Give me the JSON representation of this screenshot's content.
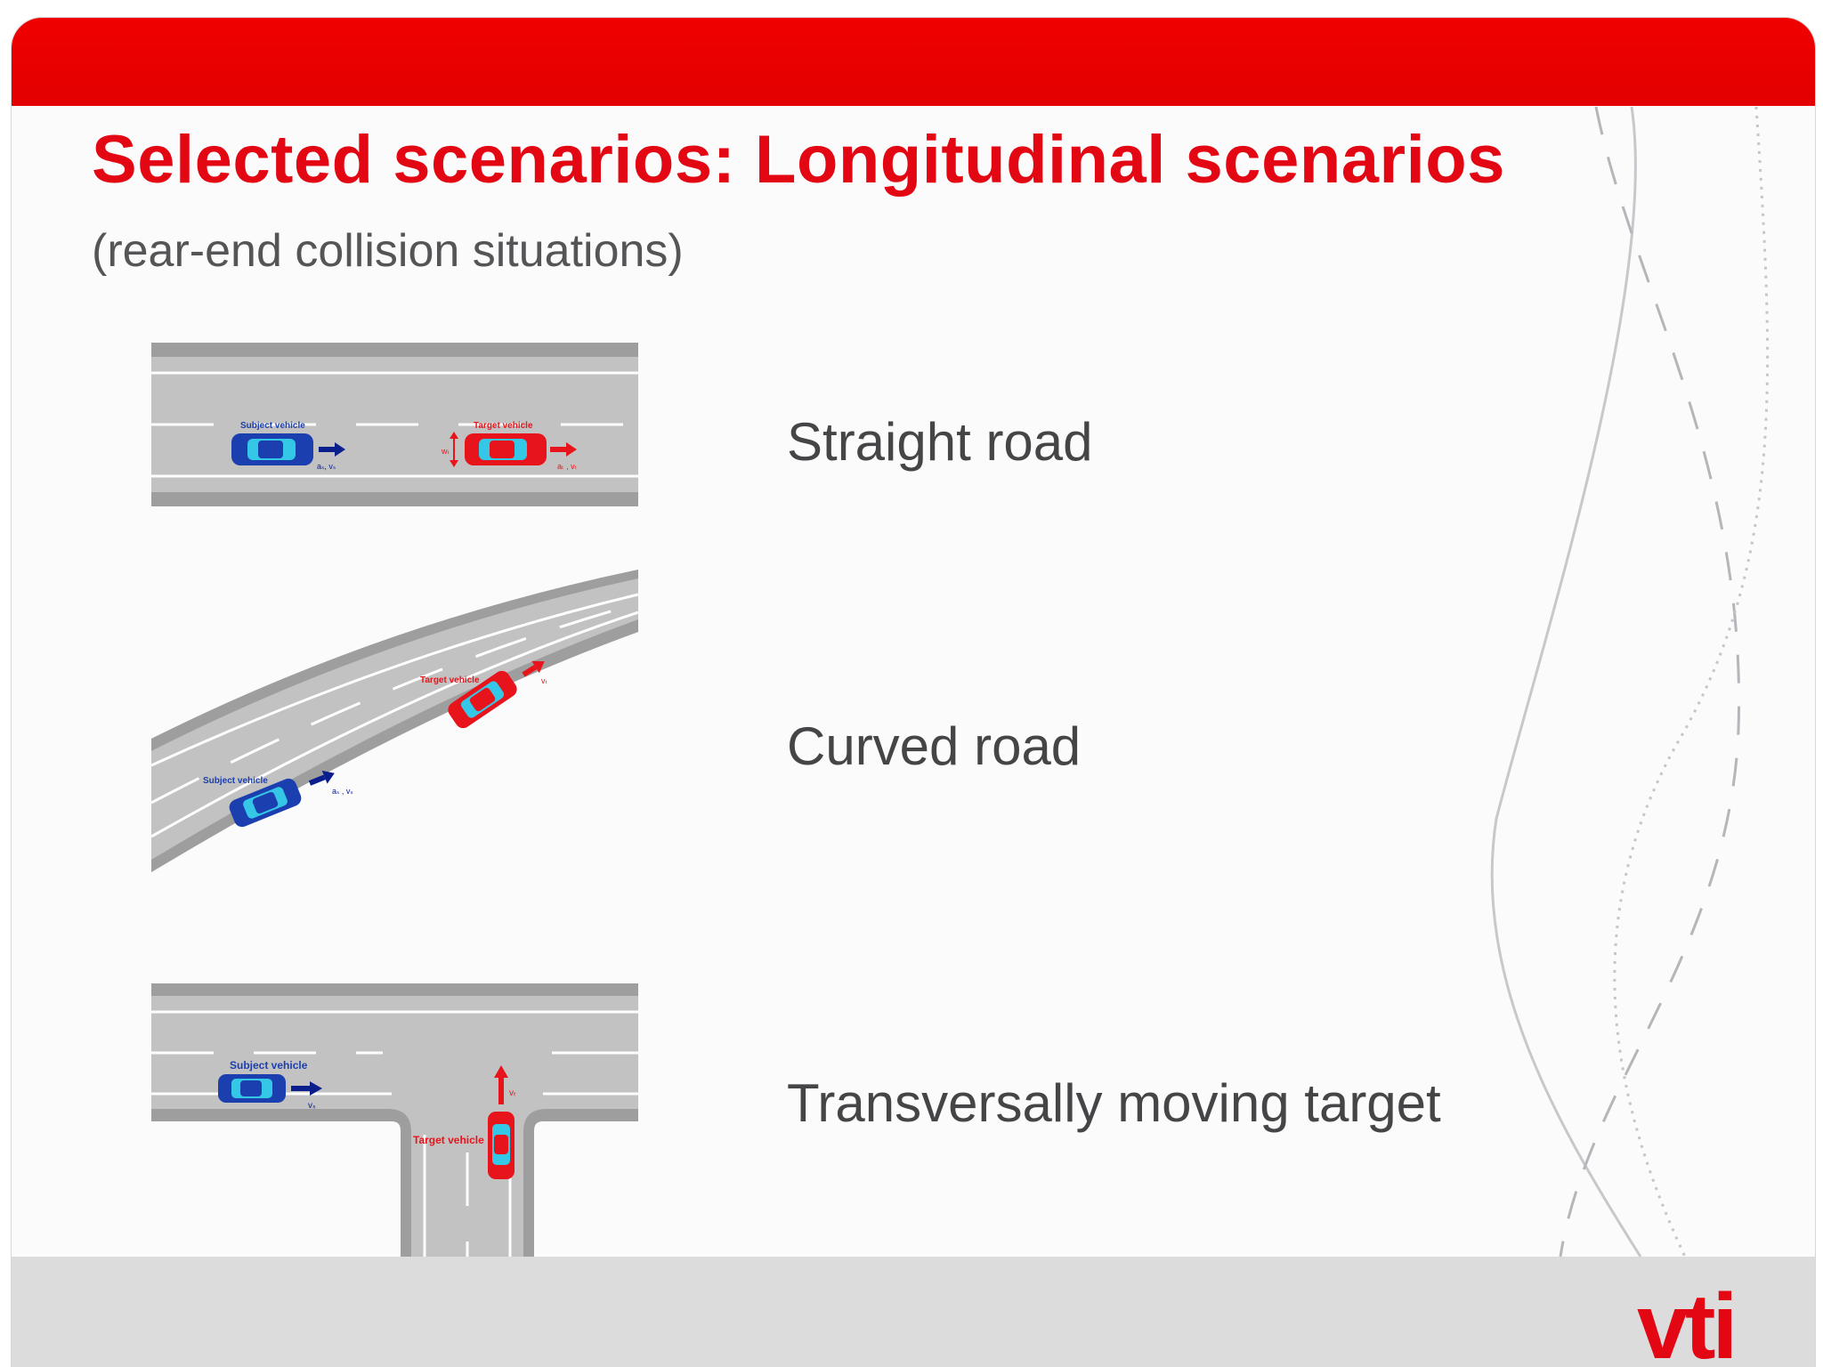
{
  "title": "Selected scenarios: Longitudinal scenarios",
  "subtitle": "(rear-end collision situations)",
  "scenarios": [
    {
      "label": "Straight road",
      "subject_label": "Subject vehicle",
      "target_label": "Target vehicle",
      "subject_vector": "aₛ, vₛ",
      "target_vector": "aₜ , vₜ",
      "width_label": "wₜ"
    },
    {
      "label": "Curved road",
      "subject_label": "Subject vehicle",
      "target_label": "Target vehicle",
      "subject_vector": "aₛ , vₛ",
      "target_vector": "vₜ"
    },
    {
      "label": "Transversally moving target",
      "subject_label": "Subject vehicle",
      "target_label": "Target vehicle",
      "subject_vector": "vₛ",
      "target_vector": "vₜ"
    }
  ],
  "logo": "vti",
  "colors": {
    "brand_red": "#e30613",
    "subject_blue": "#1c3fb0",
    "target_red": "#e8141b",
    "road_gray": "#bdbdbd"
  }
}
